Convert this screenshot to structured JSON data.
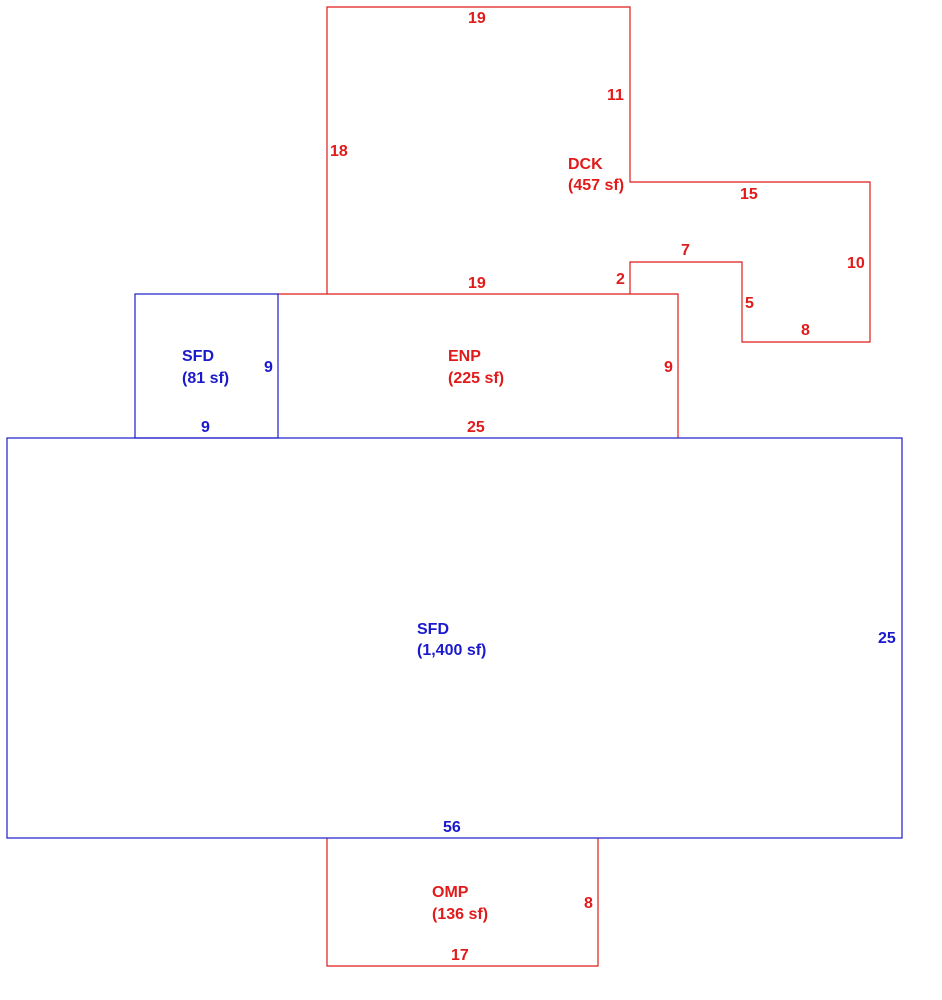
{
  "colors": {
    "red": "#e01b1b",
    "blue": "#1a1acc"
  },
  "areas": {
    "dck": {
      "code": "DCK",
      "area": "(457 sf)"
    },
    "enp": {
      "code": "ENP",
      "area": "(225 sf)"
    },
    "sfd_small": {
      "code": "SFD",
      "area": "(81 sf)"
    },
    "sfd_main": {
      "code": "SFD",
      "area": "(1,400 sf)"
    },
    "omp": {
      "code": "OMP",
      "area": "(136 sf)"
    }
  },
  "dimensions": {
    "dck_top": "19",
    "dck_left": "18",
    "dck_right_upper": "11",
    "dck_step_top": "15",
    "dck_far_right": "10",
    "dck_notch_top": "7",
    "dck_notch_side": "5",
    "dck_notch_bottom": "8",
    "dck_small_side": "2",
    "dck_bottom": "19",
    "enp_right": "9",
    "enp_bottom": "25",
    "sfd_small_right": "9",
    "sfd_small_bottom": "9",
    "sfd_main_right": "25",
    "sfd_main_bottom": "56",
    "omp_right": "8",
    "omp_bottom": "17"
  }
}
